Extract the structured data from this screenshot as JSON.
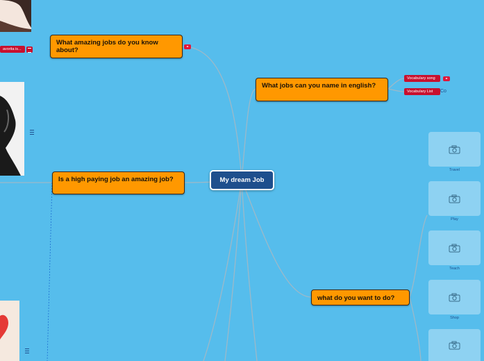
{
  "center": {
    "label": "My dream Job"
  },
  "topics": [
    {
      "label": "What amazing jobs do you know about?"
    },
    {
      "label": "What jobs can you name in english?"
    },
    {
      "label": "Is a high paying job an amazing job?"
    },
    {
      "label": "what do you want to do?"
    }
  ],
  "tags": {
    "favorite": "avorita is...",
    "vocab_song": "Vocabulary song",
    "vocab_list": "Vocabulary List",
    "co_text": "Co"
  },
  "cards": [
    {
      "label": "Travel",
      "icon": "camera-icon"
    },
    {
      "label": "Play",
      "icon": "camera-icon"
    },
    {
      "label": "Teach",
      "icon": "camera-icon"
    },
    {
      "label": "Shop",
      "icon": "camera-icon"
    },
    {
      "label": "",
      "icon": "camera-icon"
    }
  ],
  "colors": {
    "background": "#56bdec",
    "topic": "#ff9800",
    "center": "#1e4f8d",
    "link": "#9cb9c9",
    "tag": "#c8102e"
  }
}
